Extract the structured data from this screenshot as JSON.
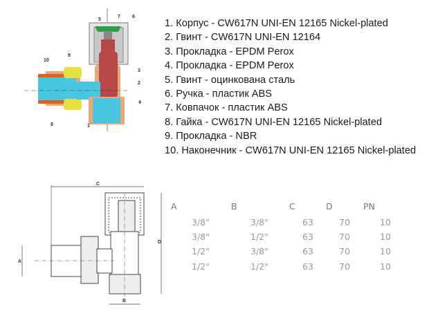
{
  "parts_list": [
    "1. Корпус - CW617N UNI-EN 12165 Nickel-plated",
    "2. Гвинт - CW617N UNI-EN 12164",
    "3. Прокладка - EPDM Perox",
    "4. Прокладка - EPDM Perox",
    "5. Гвинт - оцинкована сталь",
    "6. Ручка - пластик ABS",
    "7. Ковпачок - пластик ABS",
    "8. Гайка - CW617N UNI-EN 12165 Nickel-plated",
    "9. Прокладка - NBR",
    "10. Наконечник - CW617N UNI-EN 12165 Nickel-plated"
  ],
  "section_callouts": [
    "5",
    "7",
    "6",
    "10",
    "9",
    "3",
    "2",
    "4",
    "8",
    "1"
  ],
  "dimension_labels": {
    "c": "C",
    "d": "D",
    "a": "A",
    "b": "B"
  },
  "table": {
    "headers": [
      "A",
      "B",
      "C",
      "D",
      "PN"
    ],
    "rows": [
      [
        "3/8\"",
        "3/8\"",
        "63",
        "70",
        "10"
      ],
      [
        "3/8\"",
        "1/2\"",
        "63",
        "70",
        "10"
      ],
      [
        "1/2\"",
        "3/8\"",
        "63",
        "70",
        "10"
      ],
      [
        "1/2\"",
        "1/2\"",
        "63",
        "70",
        "10"
      ]
    ]
  },
  "colors": {
    "body": "#e8a878",
    "water": "#49c6e0",
    "stem": "#b84848",
    "cap": "#d8d8d8",
    "handle": "#2aa048",
    "nut": "#e6e040",
    "tail": "#e06020"
  }
}
